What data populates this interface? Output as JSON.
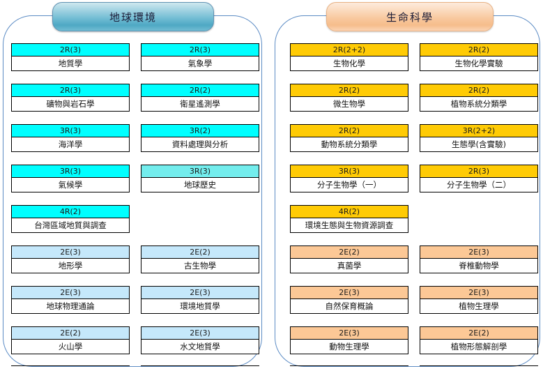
{
  "colors": {
    "cyan": "#00ffff",
    "cyan_light": "#73eded",
    "blue_pale": "#c5e8fb",
    "gold": "#ffcb05",
    "peach": "#fcc896",
    "panel_border": "#5b8bc4",
    "card_border": "#000000"
  },
  "panels": [
    {
      "id": "earth-environment",
      "title": "地球環境",
      "columns": [
        {
          "id": "left-column",
          "cards": [
            {
              "code": "2R(3)",
              "name": "地質學",
              "swatch": "cyan"
            },
            {
              "code": "2R(3)",
              "name": "礦物與岩石學",
              "swatch": "cyan"
            },
            {
              "code": "3R(3)",
              "name": "海洋學",
              "swatch": "cyan"
            },
            {
              "code": "3R(3)",
              "name": "氣候學",
              "swatch": "cyan"
            },
            {
              "code": "4R(2)",
              "name": "台灣區域地質與調查",
              "swatch": "cyan"
            },
            {
              "code": "2E(3)",
              "name": "地形學",
              "swatch": "blue_pale"
            },
            {
              "code": "2E(3)",
              "name": "地球物理通論",
              "swatch": "blue_pale"
            },
            {
              "code": "2E(2)",
              "name": "火山學",
              "swatch": "blue_pale"
            }
          ]
        },
        {
          "id": "right-column",
          "cards": [
            {
              "code": "2R(3)",
              "name": "氣象學",
              "swatch": "cyan"
            },
            {
              "code": "2R(2)",
              "name": "衛星遙測學",
              "swatch": "cyan"
            },
            {
              "code": "3R(2)",
              "name": "資料處理與分析",
              "swatch": "cyan"
            },
            {
              "code": "3R(3)",
              "name": "地球歷史",
              "swatch": "cyan_light"
            },
            null,
            {
              "code": "2E(2)",
              "name": "古生物學",
              "swatch": "blue_pale"
            },
            {
              "code": "2E(3)",
              "name": "環境地質學",
              "swatch": "blue_pale"
            },
            {
              "code": "2E(3)",
              "name": "水文地質學",
              "swatch": "blue_pale"
            }
          ]
        }
      ]
    },
    {
      "id": "life-science",
      "title": "生命科學",
      "columns": [
        {
          "id": "left-column",
          "cards": [
            {
              "code": "2R(2+2)",
              "name": "生物化學",
              "swatch": "gold"
            },
            {
              "code": "2R(2)",
              "name": "微生物學",
              "swatch": "gold"
            },
            {
              "code": "2R(2)",
              "name": "動物系統分類學",
              "swatch": "gold"
            },
            {
              "code": "3R(3)",
              "name": "分子生物學（一）",
              "swatch": "gold"
            },
            {
              "code": "4R(2)",
              "name": "環境生態與生物資源調查",
              "swatch": "gold"
            },
            {
              "code": "2E(2)",
              "name": "真菌學",
              "swatch": "peach"
            },
            {
              "code": "2E(3)",
              "name": "自然保育概論",
              "swatch": "peach"
            },
            {
              "code": "2E(3)",
              "name": "動物生理學",
              "swatch": "peach"
            }
          ]
        },
        {
          "id": "right-column",
          "cards": [
            {
              "code": "2R(2)",
              "name": "生物化學實驗",
              "swatch": "gold"
            },
            {
              "code": "2R(2)",
              "name": "植物系統分類學",
              "swatch": "gold"
            },
            {
              "code": "3R(2+2)",
              "name": "生態學(含實驗)",
              "swatch": "gold"
            },
            {
              "code": "2R(3)",
              "name": "分子生物學（二）",
              "swatch": "gold"
            },
            null,
            {
              "code": "2E(3)",
              "name": "脊椎動物學",
              "swatch": "peach"
            },
            {
              "code": "2E(3)",
              "name": "植物生理學",
              "swatch": "peach"
            },
            {
              "code": "2E(2)",
              "name": "植物形態解剖學",
              "swatch": "peach"
            }
          ]
        }
      ]
    }
  ]
}
